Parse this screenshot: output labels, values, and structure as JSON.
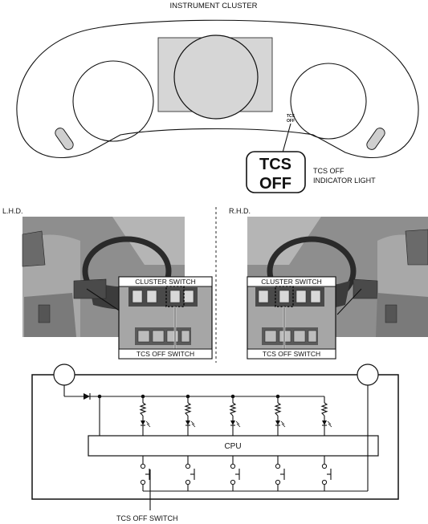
{
  "instrument_cluster": {
    "title": "INSTRUMENT CLUSTER",
    "small_indicator_line1": "TCS",
    "small_indicator_line2": "OFF",
    "big_indicator_line1": "TCS",
    "big_indicator_line2": "OFF",
    "indicator_label_line1": "TCS OFF",
    "indicator_label_line2": "INDICATOR LIGHT"
  },
  "lhd": {
    "title": "L.H.D.",
    "cluster_switch_label": "CLUSTER SWITCH",
    "tcs_off_switch_label": "TCS OFF SWITCH"
  },
  "rhd": {
    "title": "R.H.D.",
    "cluster_switch_label": "CLUSTER SWITCH",
    "tcs_off_switch_label": "TCS OFF SWITCH"
  },
  "circuit": {
    "cpu_label": "CPU",
    "switch_label": "TCS OFF SWITCH"
  }
}
